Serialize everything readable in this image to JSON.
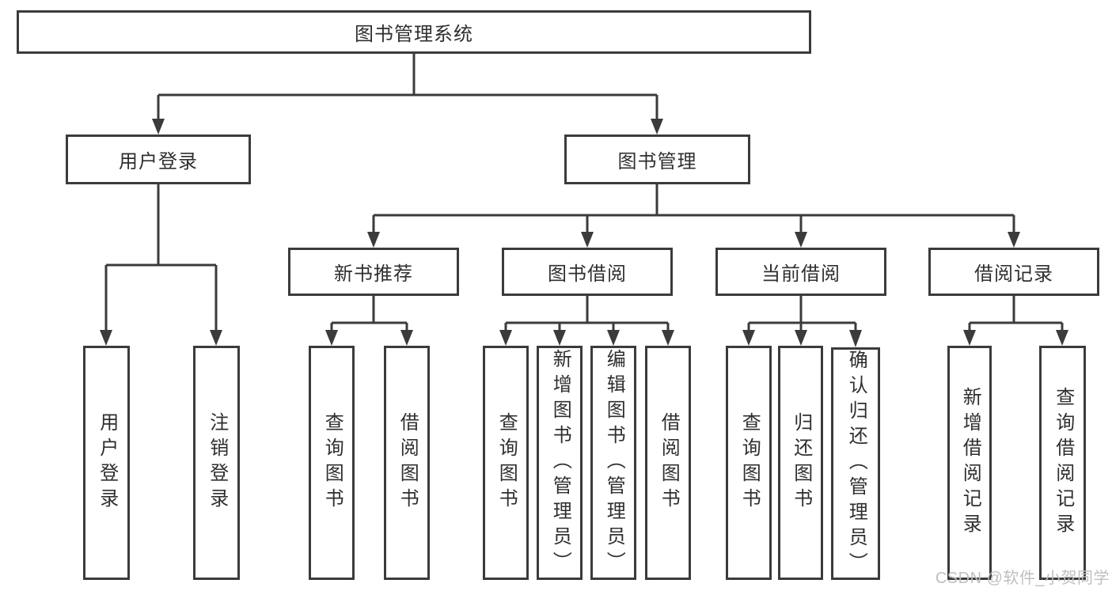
{
  "diagram": {
    "root": {
      "label": "图书管理系统"
    },
    "level2": {
      "user_login": {
        "label": "用户登录"
      },
      "book_mgmt": {
        "label": "图书管理"
      }
    },
    "level3": {
      "new_book": {
        "label": "新书推荐"
      },
      "book_borrow": {
        "label": "图书借阅"
      },
      "current_borrow": {
        "label": "当前借阅"
      },
      "borrow_record": {
        "label": "借阅记录"
      }
    },
    "leaves": {
      "user_login": [
        "用户登录",
        "注销登录"
      ],
      "new_book": [
        "查询图书",
        "借阅图书"
      ],
      "book_borrow": [
        "查询图书",
        "新增图书（管理员）",
        "编辑图书（管理员）",
        "借阅图书"
      ],
      "current_borrow": [
        "查询图书",
        "归还图书",
        "确认归还（管理员）"
      ],
      "borrow_record": [
        "新增借阅记录",
        "查询借阅记录"
      ]
    },
    "watermark": "CSDN @软件_小贺同学",
    "colors": {
      "line": "#3b3b3b",
      "text": "#2f2f2f",
      "watermark": "#bfbfbf",
      "background": "#ffffff"
    }
  }
}
